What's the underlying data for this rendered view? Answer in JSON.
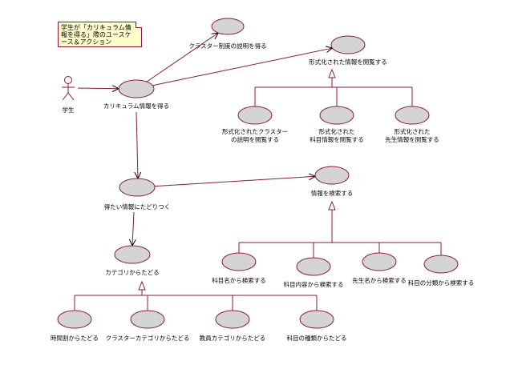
{
  "diagram": {
    "type": "uml-use-case",
    "note": "学生が「カリキュラム情報を得る」際のユースケース＆アクション",
    "colors": {
      "line": "#8b1a3a",
      "usecase_fill": "#d4d4d4",
      "note_fill": "#ffffcc"
    },
    "actor": {
      "id": "student",
      "label": "学生"
    },
    "usecases": [
      {
        "id": "get-curriculum",
        "label": "カリキュラム情報を得る"
      },
      {
        "id": "cluster-explain",
        "label": "クラスター制度の説明を得る"
      },
      {
        "id": "browse-formatted",
        "label": "形式化された情報を閲覧する"
      },
      {
        "id": "browse-cluster",
        "label": "形式化されたクラスターの説明を閲覧する",
        "lines": [
          "形式化されたクラスター",
          "の説明を閲覧する"
        ]
      },
      {
        "id": "browse-subject",
        "label": "形式化された科目情報を閲覧する",
        "lines": [
          "形式化された",
          "科目情報を閲覧する"
        ]
      },
      {
        "id": "browse-teacher",
        "label": "形式化された先生情報を閲覧する",
        "lines": [
          "形式化された",
          "先生情報を閲覧する"
        ]
      },
      {
        "id": "reach-info",
        "label": "得たい情報にたどりつく"
      },
      {
        "id": "search-info",
        "label": "情報を検索する"
      },
      {
        "id": "by-category",
        "label": "カテゴリからたどる"
      },
      {
        "id": "search-subject-name",
        "label": "科目名から検索する"
      },
      {
        "id": "search-subject-content",
        "label": "科目内容から検索する"
      },
      {
        "id": "search-teacher-name",
        "label": "先生名から検索する"
      },
      {
        "id": "search-subject-field",
        "label": "科目の分類から検索する"
      },
      {
        "id": "by-timetable",
        "label": "時間割からたどる"
      },
      {
        "id": "by-cluster-category",
        "label": "クラスターカテゴリからたどる"
      },
      {
        "id": "by-faculty-category",
        "label": "教員カテゴリからたどる"
      },
      {
        "id": "by-subject-type",
        "label": "科目の種類からたどる"
      }
    ],
    "relations": [
      {
        "type": "association",
        "from": "student",
        "to": "get-curriculum"
      },
      {
        "type": "dependency",
        "from": "get-curriculum",
        "to": "cluster-explain"
      },
      {
        "type": "dependency",
        "from": "get-curriculum",
        "to": "browse-formatted"
      },
      {
        "type": "dependency",
        "from": "get-curriculum",
        "to": "reach-info"
      },
      {
        "type": "dependency",
        "from": "reach-info",
        "to": "search-info"
      },
      {
        "type": "dependency",
        "from": "reach-info",
        "to": "by-category"
      },
      {
        "type": "generalization",
        "parent": "browse-formatted",
        "children": [
          "browse-cluster",
          "browse-subject",
          "browse-teacher"
        ]
      },
      {
        "type": "generalization",
        "parent": "search-info",
        "children": [
          "search-subject-name",
          "search-subject-content",
          "search-teacher-name",
          "search-subject-field"
        ]
      },
      {
        "type": "generalization",
        "parent": "by-category",
        "children": [
          "by-timetable",
          "by-cluster-category",
          "by-faculty-category",
          "by-subject-type"
        ]
      }
    ]
  }
}
